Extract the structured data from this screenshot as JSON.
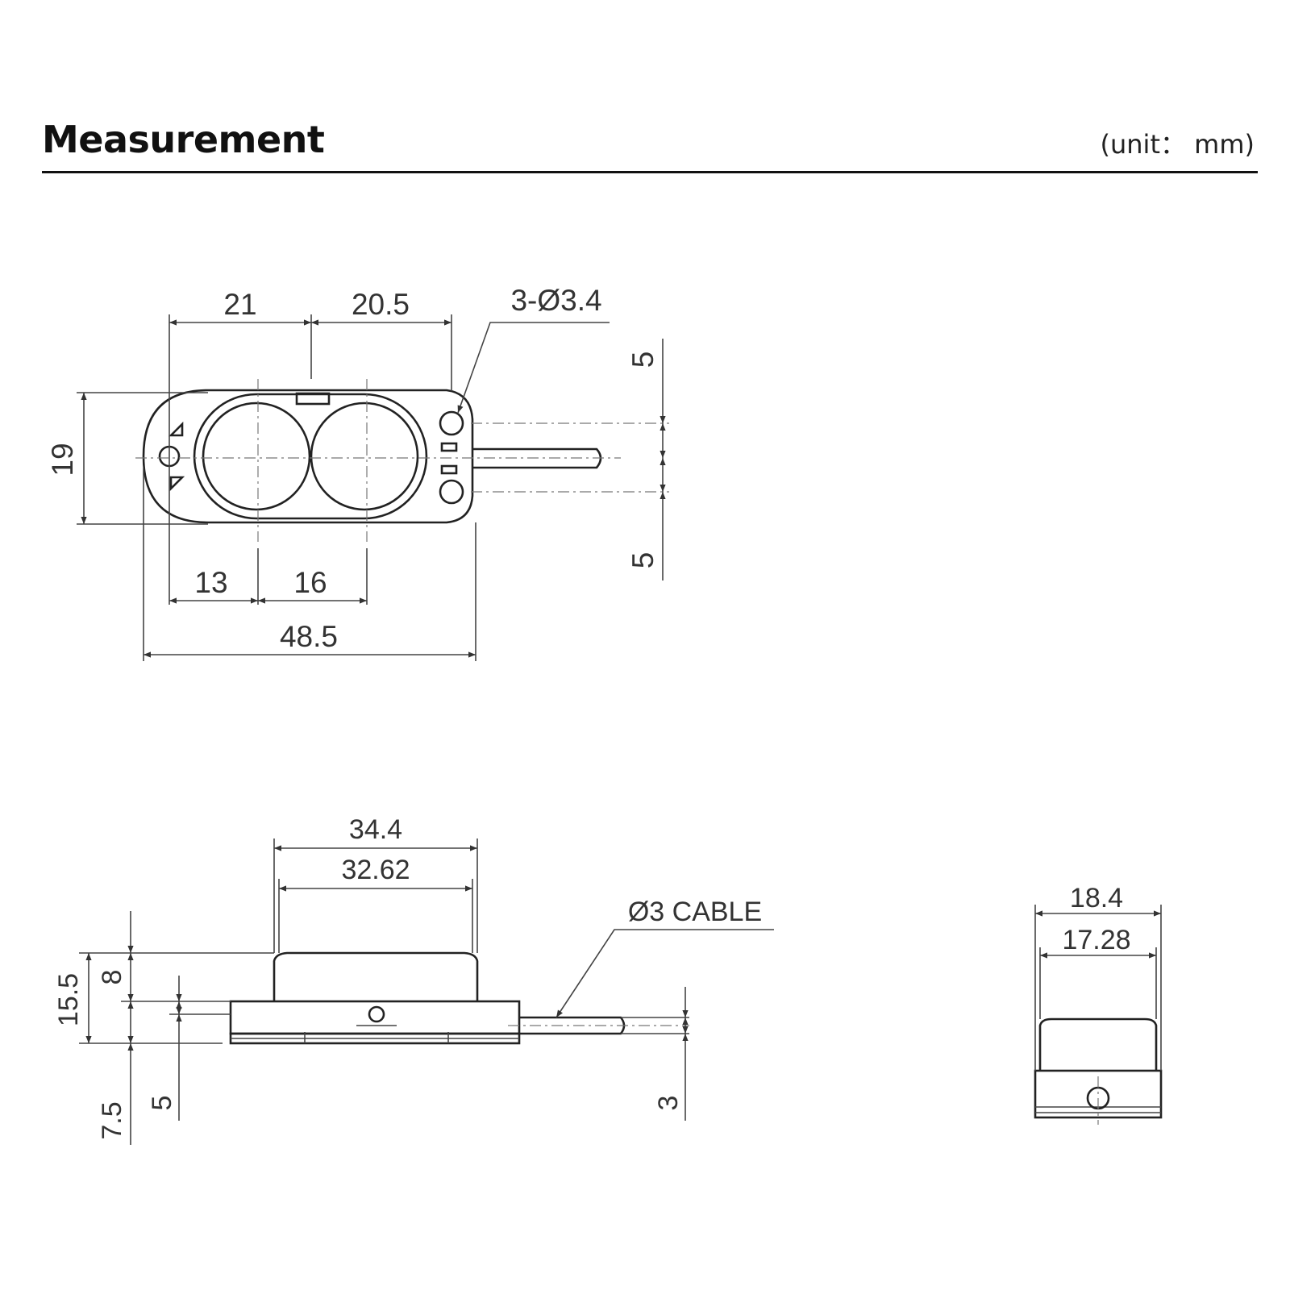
{
  "header": {
    "title": "Measurement",
    "unit": "(unit： mm)"
  },
  "top_view": {
    "dim_21": "21",
    "dim_20_5": "20.5",
    "holes": "3-Ø3.4",
    "dim_19": "19",
    "dim_5_upper": "5",
    "dim_5_lower": "5",
    "dim_13": "13",
    "dim_16": "16",
    "dim_48_5": "48.5"
  },
  "side_view": {
    "dim_34_4": "34.4",
    "dim_32_62": "32.62",
    "cable": "Ø3 CABLE",
    "dim_15_5": "15.5",
    "dim_8": "8",
    "dim_7_5": "7.5",
    "dim_5": "5",
    "dim_3": "3"
  },
  "end_view": {
    "dim_18_4": "18.4",
    "dim_17_28": "17.28"
  }
}
